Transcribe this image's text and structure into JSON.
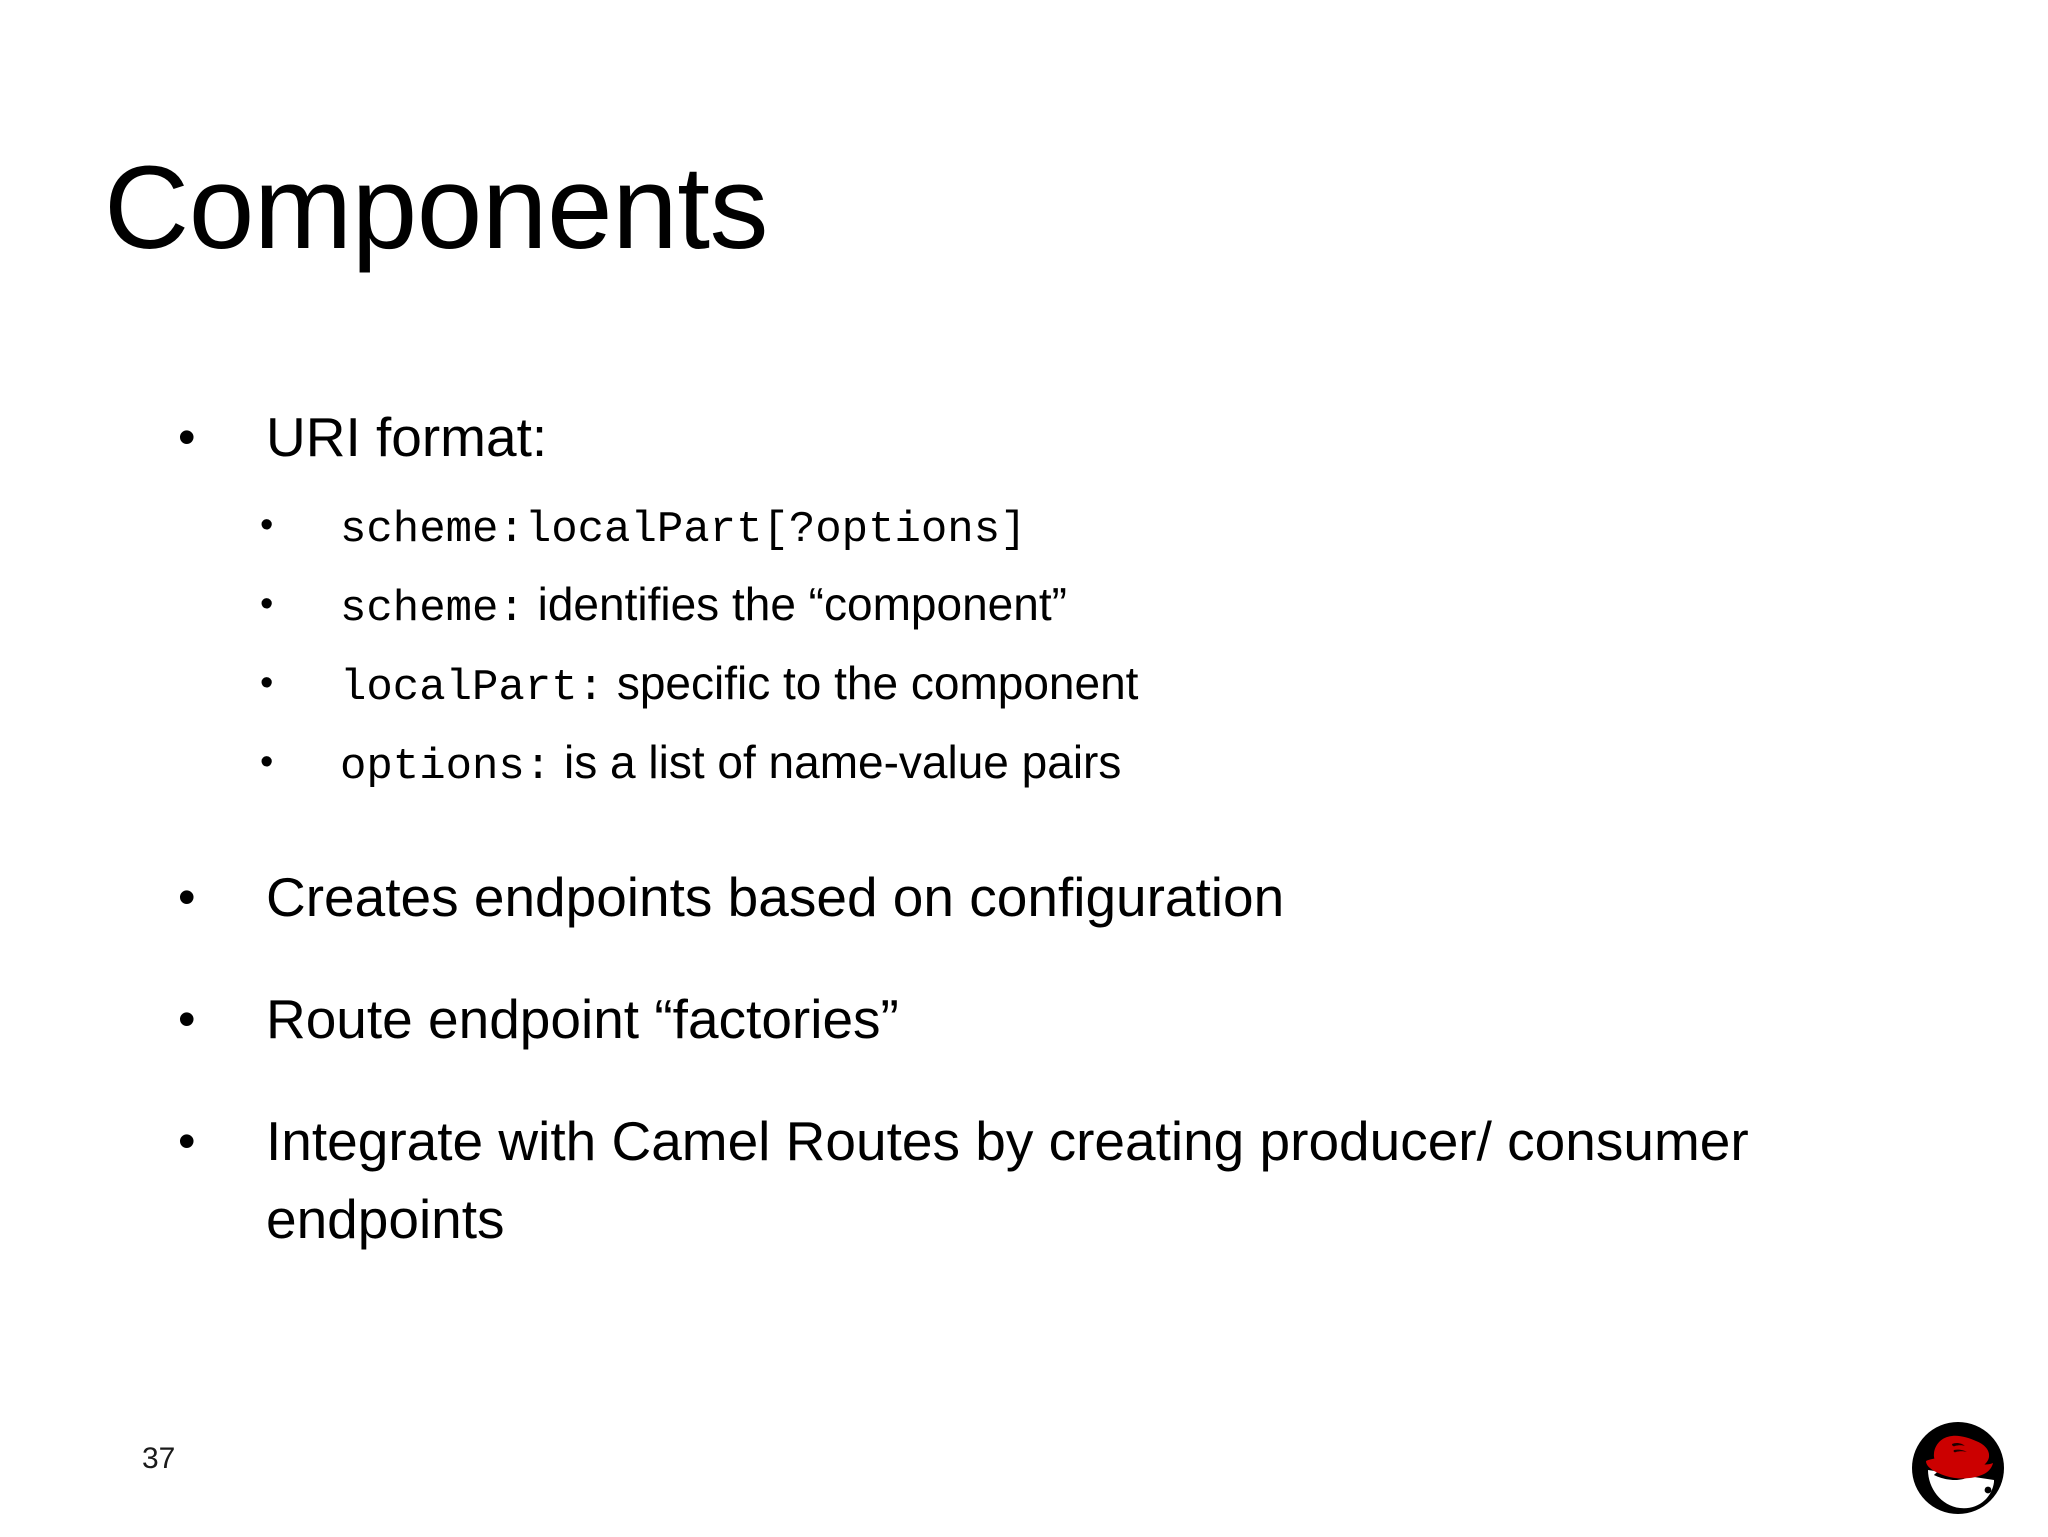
{
  "slide": {
    "title": "Components",
    "page_number": "37",
    "background_color": "#ffffff",
    "text_color": "#000000",
    "logo": {
      "name": "red-hat-shadowman-logo",
      "hat_color": "#cc0000",
      "circle_color": "#000000",
      "silhouette_color": "#ffffff"
    }
  },
  "bullets": {
    "b1": {
      "marker": "•",
      "text": "URI format:"
    },
    "sub": [
      {
        "marker": "•",
        "code": "scheme:localPart[?options]",
        "rest": ""
      },
      {
        "marker": "•",
        "code": "scheme:",
        "rest": " identifies the “component”"
      },
      {
        "marker": "•",
        "code": "localPart:",
        "rest": " specific to the component"
      },
      {
        "marker": "•",
        "code": "options:",
        "rest": " is a list of name-value pairs"
      }
    ],
    "b2": {
      "marker": "•",
      "text": "Creates endpoints based on configuration"
    },
    "b3": {
      "marker": "•",
      "text": "Route endpoint “factories”"
    },
    "b4": {
      "marker": "•",
      "text": "Integrate with Camel Routes by creating producer/ consumer endpoints"
    }
  }
}
